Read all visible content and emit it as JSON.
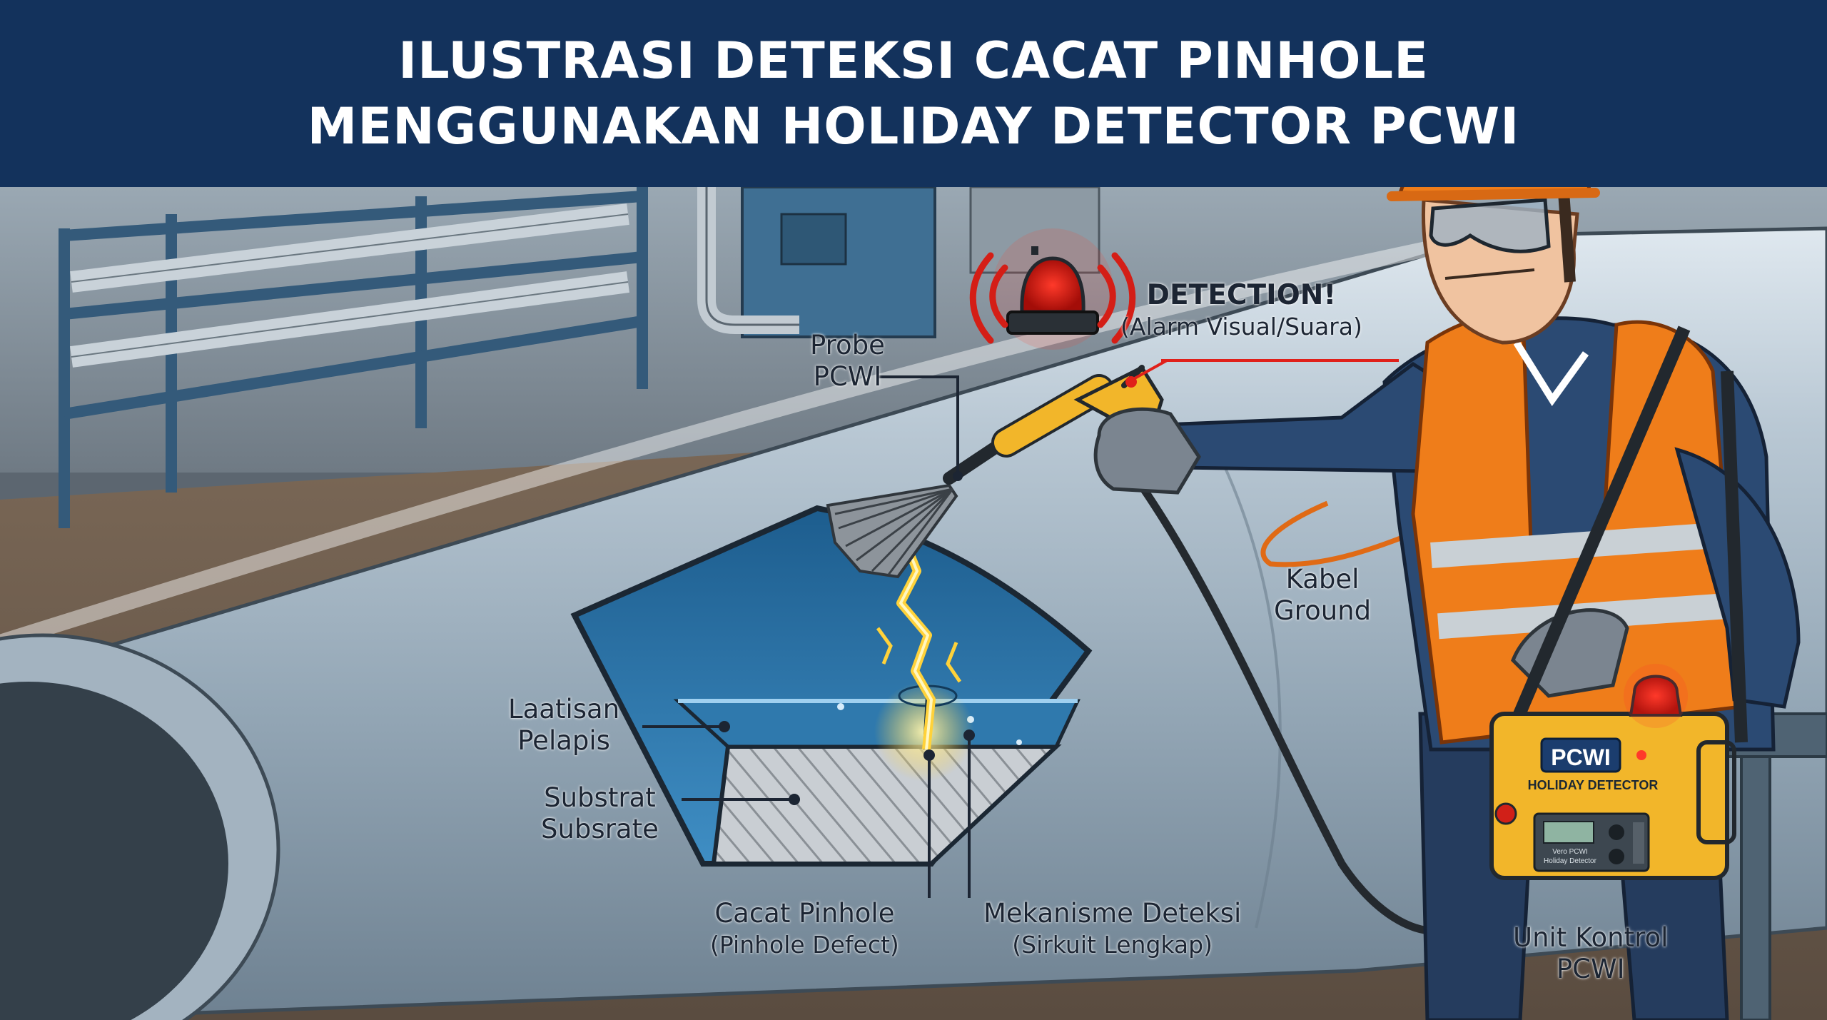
{
  "title": {
    "line1": "ILUSTRASI DETEKSI CACAT PINHOLE",
    "line2": "MENGGUNAKAN HOLIDAY DETECTOR PCWI"
  },
  "labels": {
    "probe": {
      "line1": "Probe",
      "line2": "PCWI"
    },
    "alarm": {
      "line1": "DETECTION!",
      "line2": "(Alarm Visual/Suara)"
    },
    "ground": {
      "line1": "Kabel",
      "line2": "Ground"
    },
    "coating": {
      "line1": "Laatisan",
      "line2": "Pelapis"
    },
    "substrate": {
      "line1": "Substrat",
      "line2": "Subsrate"
    },
    "pinhole": {
      "line1": "Cacat Pinhole",
      "line2": "(Pinhole Defect)"
    },
    "mechanism": {
      "line1": "Mekanisme Deteksi",
      "line2": "(Sirkuit Lengkap)"
    },
    "control_unit": {
      "line1": "Unit Kontrol",
      "line2": "PCWI"
    }
  },
  "device": {
    "brand": "PCWI",
    "model": "HOLIDAY DETECTOR",
    "panel_line1": "Vero PCWI",
    "panel_line2": "Holiday Detector"
  },
  "colors": {
    "header_bg": "#13325c",
    "pipe": "#a9b9c6",
    "coating": "#2c74a8",
    "probe_body": "#f2b62a",
    "vest": "#ef7d1a",
    "alarm_red": "#e0201a",
    "spark": "#ffd23a"
  }
}
